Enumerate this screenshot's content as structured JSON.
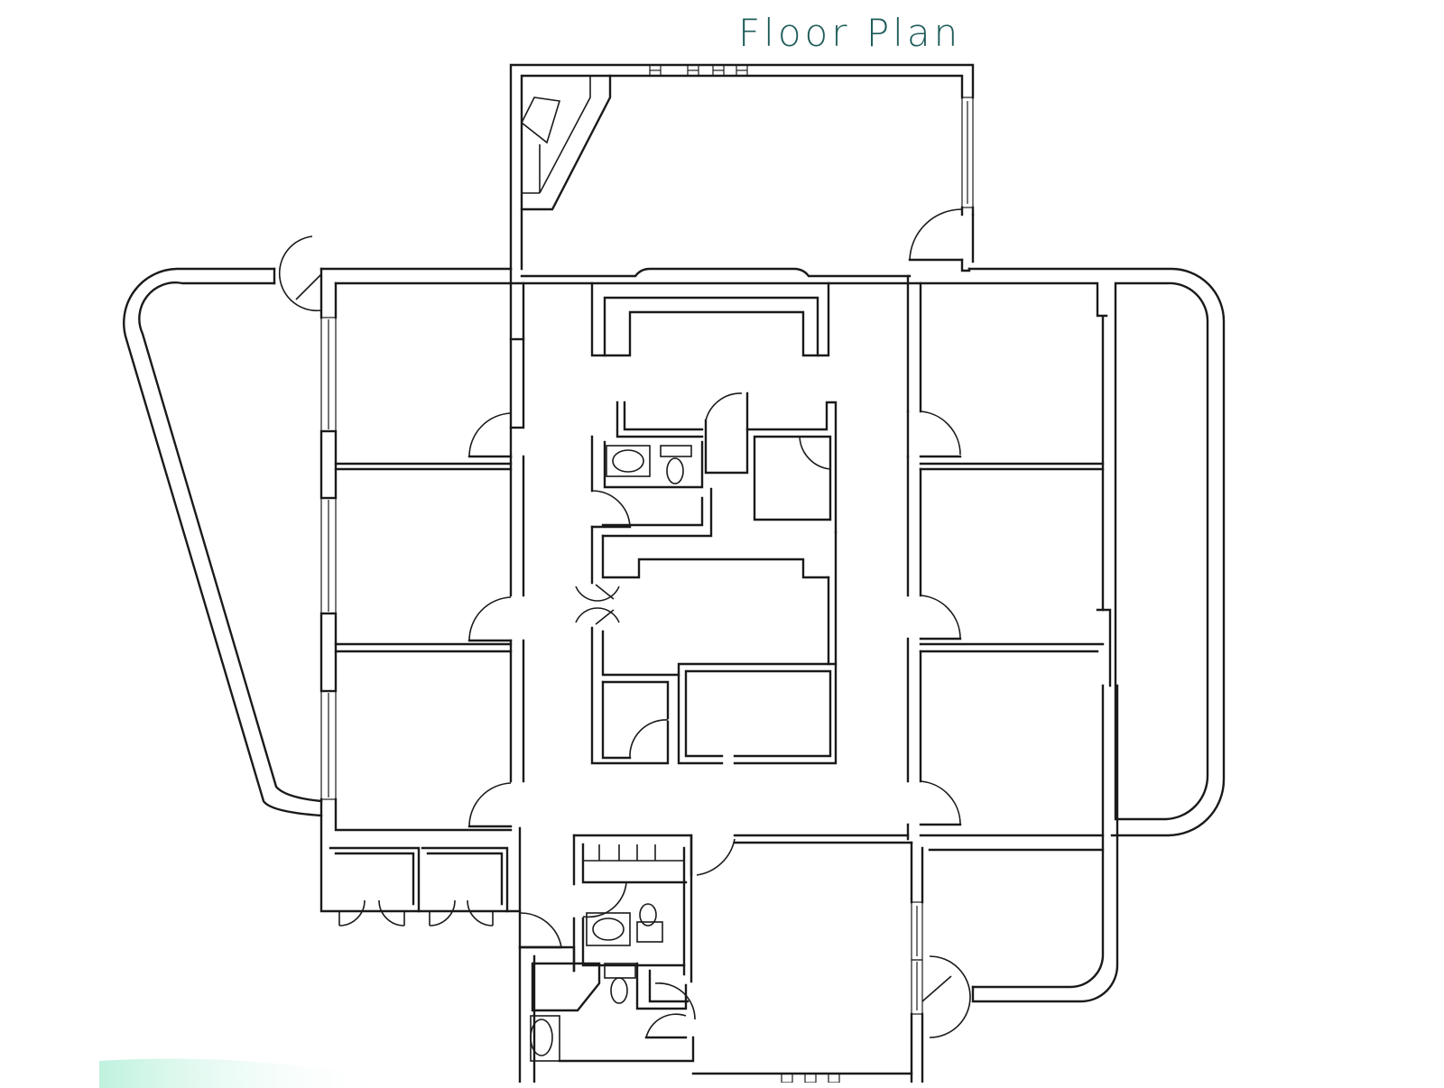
{
  "header": {
    "title": "Floor Plan"
  },
  "colors": {
    "title": "#1f5d5a",
    "walls": "#1a1a1a",
    "background": "#ffffff",
    "accent_swoosh": "#bff2de"
  },
  "plan": {
    "rooms": [
      {
        "id": "top-room",
        "label": ""
      },
      {
        "id": "left-office-1",
        "label": ""
      },
      {
        "id": "left-office-2",
        "label": ""
      },
      {
        "id": "left-office-3",
        "label": ""
      },
      {
        "id": "right-office-1",
        "label": ""
      },
      {
        "id": "right-office-2",
        "label": ""
      },
      {
        "id": "right-office-3",
        "label": ""
      },
      {
        "id": "central-core",
        "label": ""
      },
      {
        "id": "bottom-suite",
        "label": ""
      }
    ]
  }
}
